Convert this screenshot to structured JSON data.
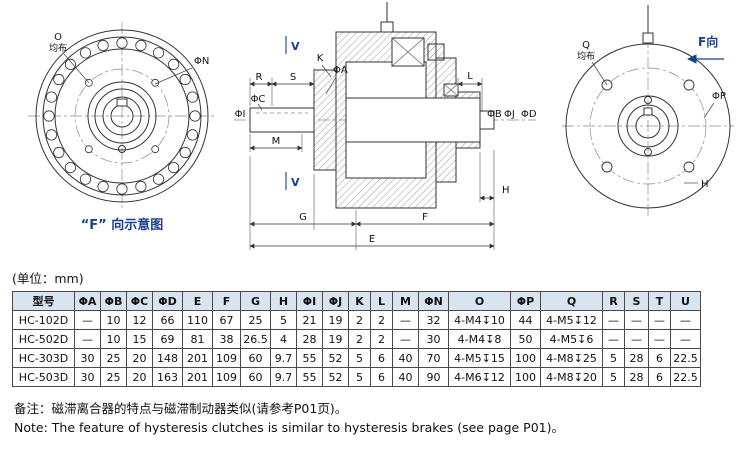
{
  "page": {
    "unit_label": "(单位：mm)",
    "note_cn": "备注：磁滞离合器的特点与磁滞制动器类似(请参考P01页)。",
    "note_en": "Note: The feature of hysteresis clutches is similar to hysteresis brakes (see page P01)。"
  },
  "drawing": {
    "left": {
      "o_label": "O",
      "o_sub": "均布",
      "phi_n": "ΦN",
      "caption": "“F” 向示意图"
    },
    "mid": {
      "v": "V",
      "r": "R",
      "s": "S",
      "k": "K",
      "phi_a": "ΦA",
      "phi_c": "ΦC",
      "phi_i": "ΦI",
      "m": "M",
      "g": "G",
      "f": "F",
      "e": "E",
      "h": "H",
      "phi_b": "ΦB",
      "phi_j": "ΦJ",
      "phi_d": "ΦD",
      "l": "L"
    },
    "right": {
      "q_label": "Q",
      "q_sub": "均布",
      "f_dir": "F向",
      "phi_p": "ΦP",
      "h": "H"
    }
  },
  "table": {
    "headers": [
      "型号",
      "ΦA",
      "ΦB",
      "ΦC",
      "ΦD",
      "E",
      "F",
      "G",
      "H",
      "ΦI",
      "ΦJ",
      "K",
      "L",
      "M",
      "ΦN",
      "O",
      "ΦP",
      "Q",
      "R",
      "S",
      "T",
      "U"
    ],
    "rows": [
      [
        "HC-102D",
        "—",
        "10",
        "12",
        "66",
        "110",
        "67",
        "25",
        "5",
        "21",
        "19",
        "2",
        "2",
        "—",
        "32",
        "4-M4↧10",
        "44",
        "4-M5↧12",
        "—",
        "—",
        "—",
        "—"
      ],
      [
        "HC-502D",
        "—",
        "10",
        "15",
        "69",
        "81",
        "38",
        "26.5",
        "4",
        "28",
        "19",
        "2",
        "2",
        "—",
        "30",
        "4-M4↧8",
        "50",
        "4-M5↧6",
        "—",
        "—",
        "—",
        "—"
      ],
      [
        "HC-303D",
        "30",
        "25",
        "20",
        "148",
        "201",
        "109",
        "60",
        "9.7",
        "55",
        "52",
        "5",
        "6",
        "40",
        "70",
        "4-M5↧15",
        "100",
        "4-M8↧25",
        "5",
        "28",
        "6",
        "22.5"
      ],
      [
        "HC-503D",
        "30",
        "25",
        "20",
        "163",
        "201",
        "109",
        "60",
        "9.7",
        "55",
        "52",
        "5",
        "6",
        "40",
        "90",
        "4-M6↧12",
        "100",
        "4-M8↧20",
        "5",
        "28",
        "6",
        "22.5"
      ]
    ]
  }
}
